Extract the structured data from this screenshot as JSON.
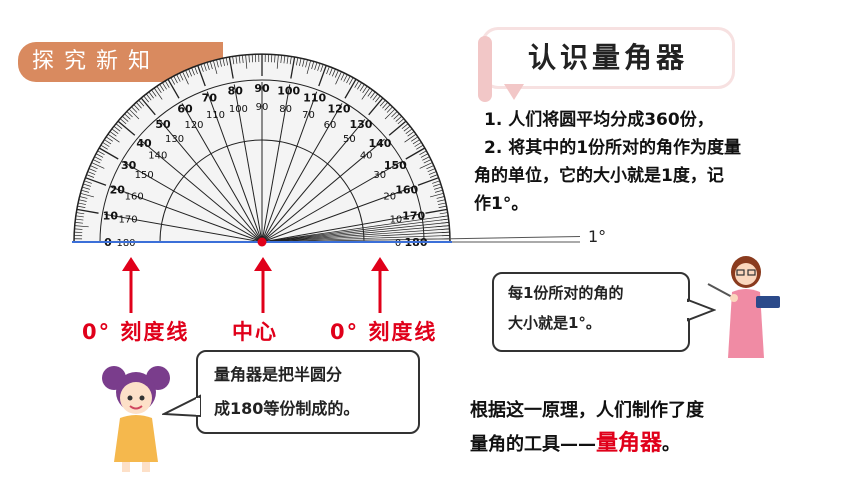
{
  "section_tag": "探究新知",
  "title": "认识量角器",
  "intro": {
    "line1": "1. 人们将圆平均分成360份，",
    "line2": "2. 将其中的1份所对的角作为度量",
    "line3": "角的单位，它的大小就是1度，记",
    "line4": "作1°。"
  },
  "protractor": {
    "degree_label": "1°",
    "outer_labels": [
      "0",
      "10",
      "20",
      "30",
      "40",
      "50",
      "60",
      "70",
      "80",
      "90",
      "100",
      "110",
      "120",
      "130",
      "140",
      "150",
      "160",
      "170",
      "180"
    ],
    "inner_labels": [
      "180",
      "170",
      "160",
      "150",
      "140",
      "130",
      "120",
      "110",
      "100",
      "90",
      "80",
      "70",
      "60",
      "50",
      "40",
      "30",
      "20",
      "10",
      "0"
    ]
  },
  "arrows": {
    "left_label": "0° 刻度线",
    "center_label": "中心",
    "right_label": "0° 刻度线"
  },
  "teacher_bubble": {
    "line1": "每1份所对的角的",
    "line2": "大小就是1°。"
  },
  "girl_bubble": {
    "line1": "量角器是把半圆分",
    "line2": "成180等份制成的。"
  },
  "conclusion": {
    "line1": "根据这一原理，人们制作了度",
    "line2_prefix": "量角的工具——",
    "line2_highlight": "量角器",
    "line2_suffix": "。"
  },
  "colors": {
    "tag": "#d98a5f",
    "accent_red": "#e0001a",
    "baseline_blue": "#3b6fd8"
  }
}
